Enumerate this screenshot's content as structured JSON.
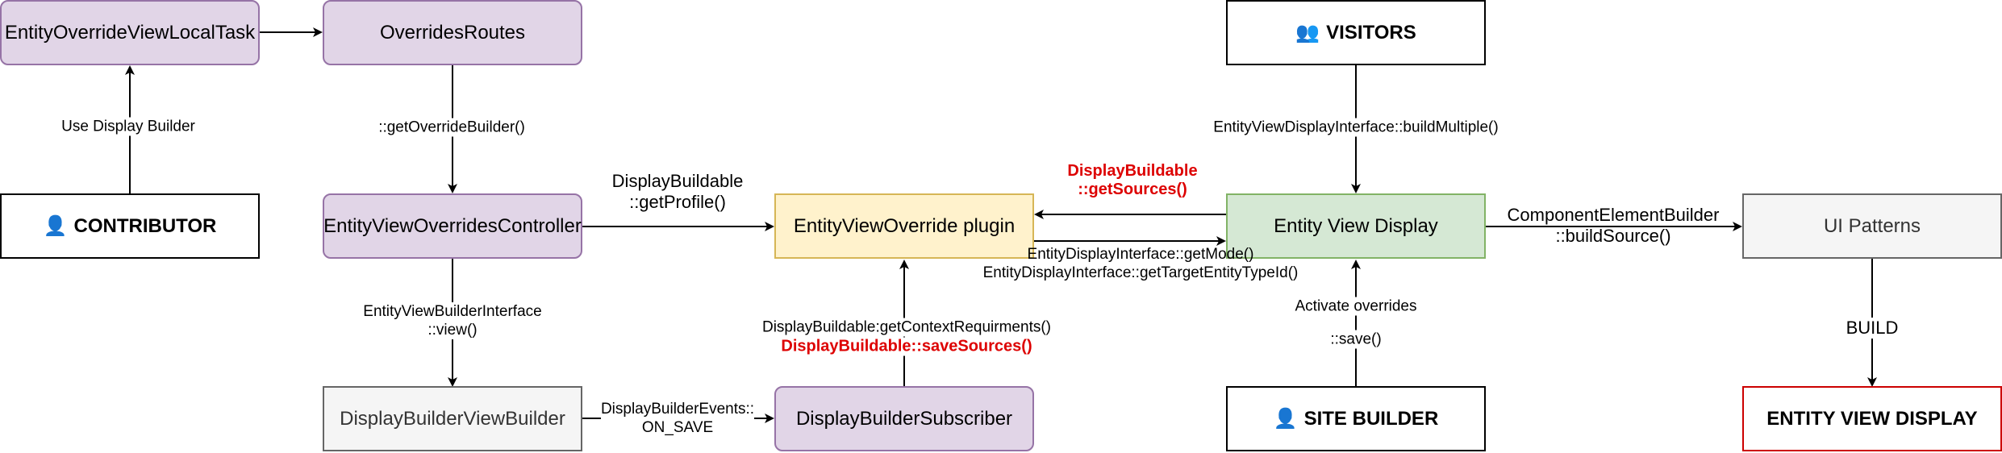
{
  "nodes": {
    "local_task": "EntityOverrideViewLocalTask",
    "overrides_routes": "OverridesRoutes",
    "contributor": "CONTRIBUTOR",
    "overrides_controller": "EntityViewOverridesController",
    "builder_view_builder": "DisplayBuilderViewBuilder",
    "builder_subscriber": "DisplayBuilderSubscriber",
    "override_plugin": "EntityViewOverride plugin",
    "visitors": "VISITORS",
    "entity_view_display": "Entity View Display",
    "site_builder": "SITE BUILDER",
    "ui_patterns": "UI Patterns",
    "entity_view_display_result": "ENTITY VIEW DISPLAY"
  },
  "actor_icons": {
    "contributor": "👤",
    "visitors": "👥",
    "site_builder": "👤"
  },
  "edges": {
    "use_display_builder": "Use Display Builder",
    "get_override_builder": "::getOverrideBuilder()",
    "get_profile_1": "DisplayBuildable",
    "get_profile_2": "::getProfile()",
    "view_1": "EntityViewBuilderInterface",
    "view_2": "::view()",
    "on_save_1": "DisplayBuilderEvents::",
    "on_save_2": "ON_SAVE",
    "context_req": "DisplayBuildable:getContextRequirments()",
    "save_sources": "DisplayBuildable::saveSources()",
    "get_sources_1": "DisplayBuildable",
    "get_sources_2": "::getSources()",
    "get_mode": "EntityDisplayInterface::getMode()",
    "get_target": "EntityDisplayInterface::getTargetEntityTypeId()",
    "build_multiple": "EntityViewDisplayInterface::buildMultiple()",
    "activate_overrides": "Activate overrides",
    "save": "::save()",
    "build_source_1": "ComponentElementBuilder",
    "build_source_2": "::buildSource()",
    "build": "BUILD"
  },
  "colors": {
    "purple_fill": "#e1d5e7",
    "purple_stroke": "#9673a6",
    "yellow_fill": "#fff2cc",
    "yellow_stroke": "#d6b656",
    "green_fill": "#d5e8d4",
    "green_stroke": "#82b366",
    "grey_fill": "#f5f5f5",
    "highlight_red": "#dd0000"
  }
}
